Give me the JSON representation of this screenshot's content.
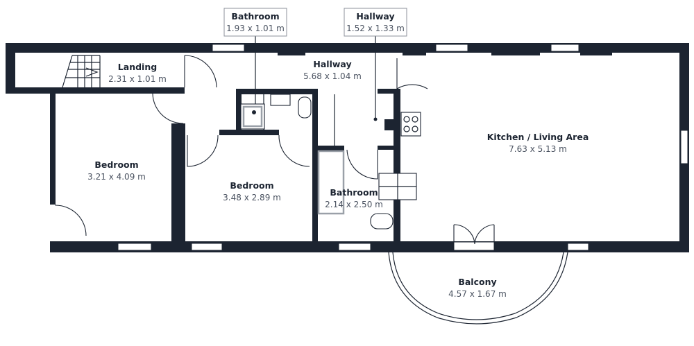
{
  "rooms": {
    "landing": {
      "name": "Landing",
      "dims": "2.31 x 1.01 m"
    },
    "hallway": {
      "name": "Hallway",
      "dims": "5.68 x 1.04 m"
    },
    "kitchen": {
      "name": "Kitchen / Living Area",
      "dims": "7.63 x 5.13 m"
    },
    "bedroom1": {
      "name": "Bedroom",
      "dims": "3.21 x 4.09 m"
    },
    "bedroom2": {
      "name": "Bedroom",
      "dims": "3.48 x 2.89 m"
    },
    "bathroom": {
      "name": "Bathroom",
      "dims": "2.14 x 2.50 m"
    },
    "balcony": {
      "name": "Balcony",
      "dims": "4.57 x 1.67 m"
    }
  },
  "callouts": {
    "bathroom": {
      "name": "Bathroom",
      "dims": "1.93 x 1.01 m"
    },
    "hallway": {
      "name": "Hallway",
      "dims": "1.52 x 1.33 m"
    }
  },
  "colors": {
    "wall": "#1c2431",
    "callout_border": "#8c929b"
  }
}
